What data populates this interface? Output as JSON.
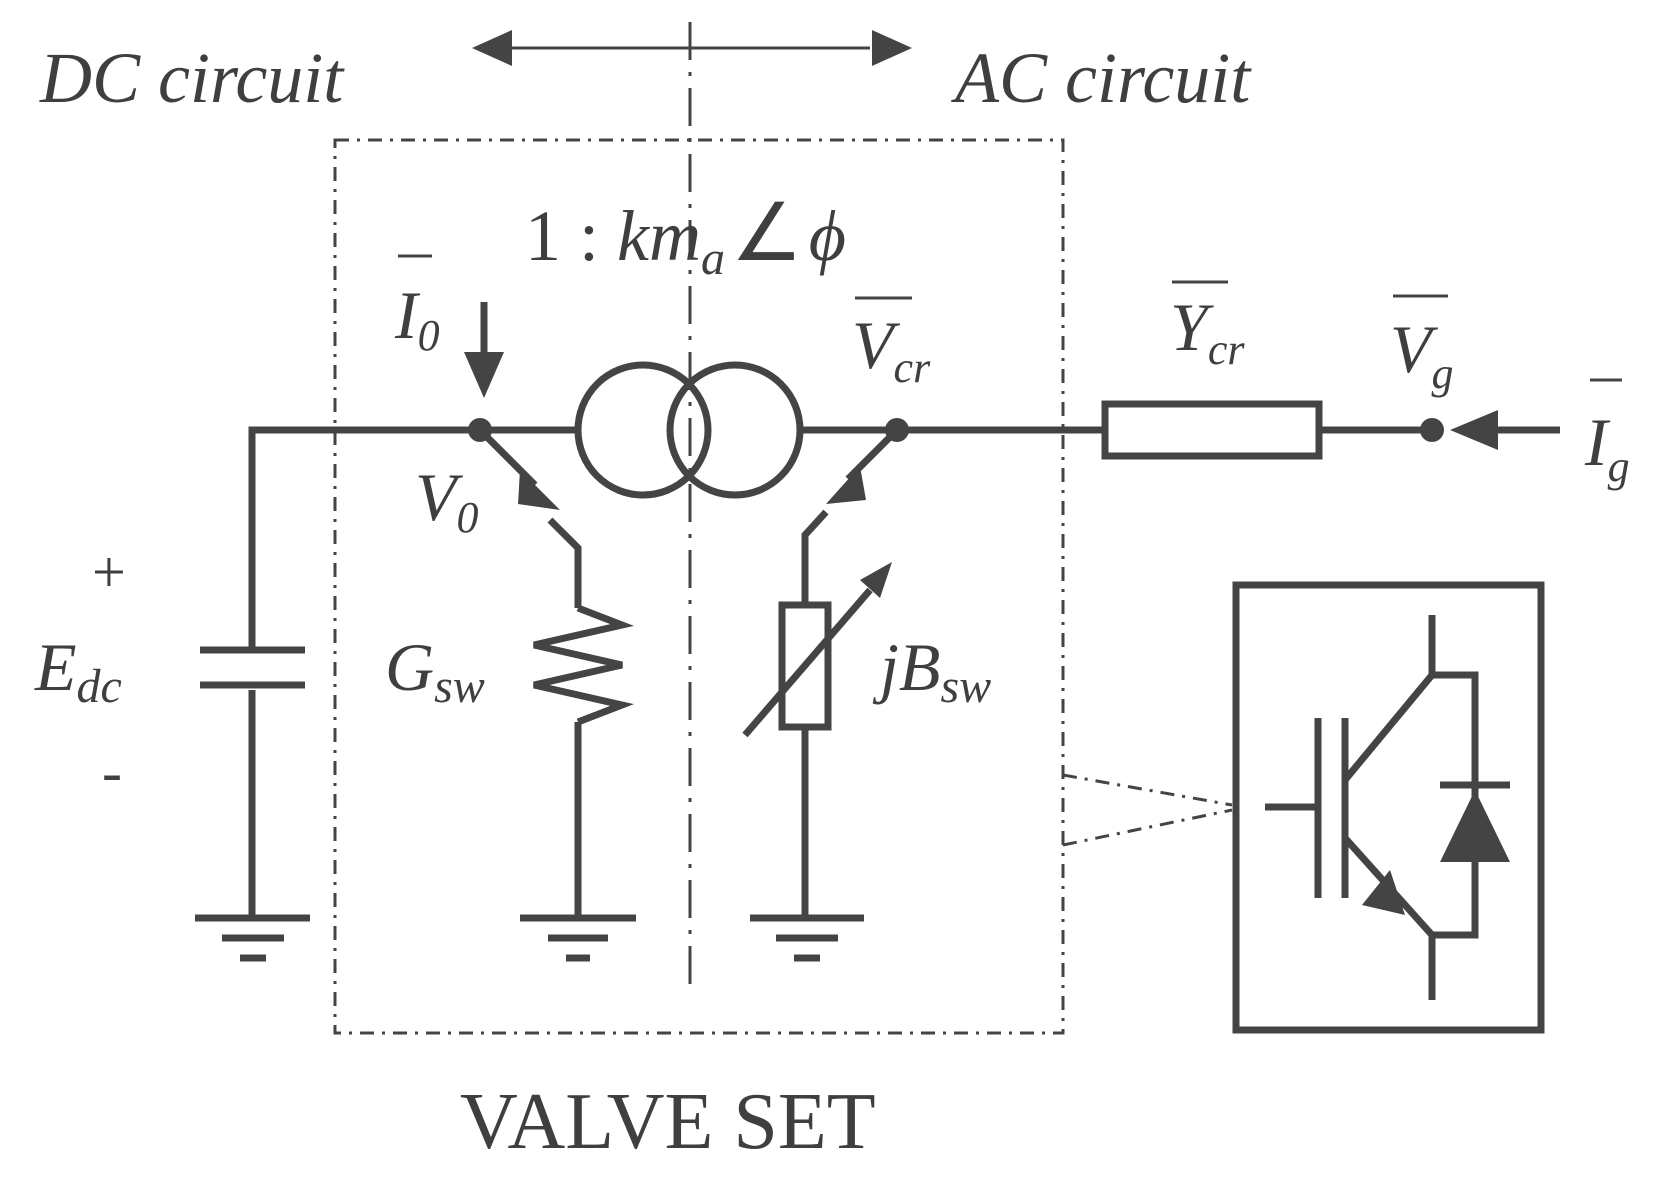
{
  "diagram": {
    "labels": {
      "dc_circuit": "DC circuit",
      "ac_circuit": "AC circuit",
      "ratio_prefix": "1 : ",
      "ratio_k": "km",
      "ratio_sub": "a",
      "ratio_angle": "∠",
      "ratio_phi": "ϕ",
      "i0_main": "I",
      "i0_sub": "0",
      "v0_main": "V",
      "v0_sub": "0",
      "vcr_main": "V",
      "vcr_sub": "cr",
      "ycr_main": "Y",
      "ycr_sub": "cr",
      "vg_main": "V",
      "vg_sub": "g",
      "ig_main": "I",
      "ig_sub": "g",
      "plus": "+",
      "minus": "-",
      "edc_main": "E",
      "edc_sub": "dc",
      "gsw_main": "G",
      "gsw_sub": "sw",
      "jbsw_main": "jB",
      "jbsw_sub": "sw",
      "valve_set": "VALVE SET"
    },
    "colors": {
      "stroke": "#444444",
      "text": "#3f3f3f",
      "background": "#ffffff"
    }
  }
}
